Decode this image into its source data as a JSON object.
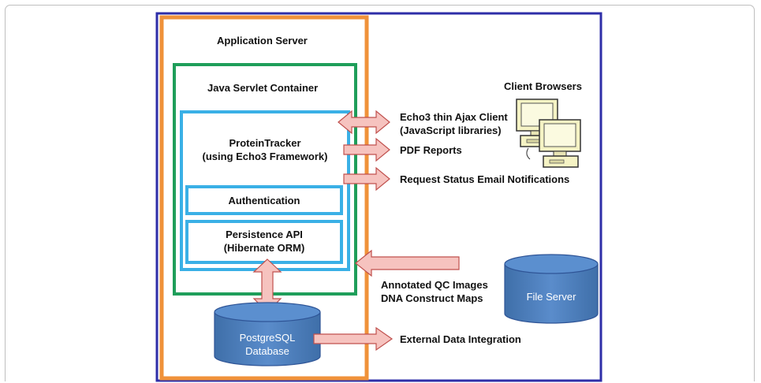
{
  "colors": {
    "outer_border": "#2e2ea8",
    "app_server_border": "#f0923a",
    "servlet_border": "#1f9e5a",
    "module_border": "#3ab0e6",
    "arrow_fill": "#f6c3bf",
    "arrow_stroke": "#c0504d",
    "cylinder_fill": "#4f81bd",
    "cylinder_stroke": "#2f5597"
  },
  "app_server": {
    "label": "Application Server"
  },
  "servlet_container": {
    "label": "Java Servlet Container"
  },
  "protein_tracker": {
    "line1": "ProteinTracker",
    "line2": "(using Echo3 Framework)"
  },
  "authentication": {
    "label": "Authentication"
  },
  "persistence": {
    "line1": "Persistence API",
    "line2": "(Hibernate ORM)"
  },
  "database": {
    "line1": "PostgreSQL",
    "line2": "Database"
  },
  "file_server": {
    "label": "File Server"
  },
  "client_browsers": {
    "label": "Client Browsers",
    "icon": "computer-icon"
  },
  "outputs": {
    "echo3_line1": "Echo3 thin Ajax Client",
    "echo3_line2": "(JavaScript libraries)",
    "pdf": "PDF Reports",
    "email": "Request Status Email Notifications",
    "images_line1": "Annotated QC Images",
    "images_line2": "DNA Construct Maps",
    "external": "External Data Integration"
  }
}
